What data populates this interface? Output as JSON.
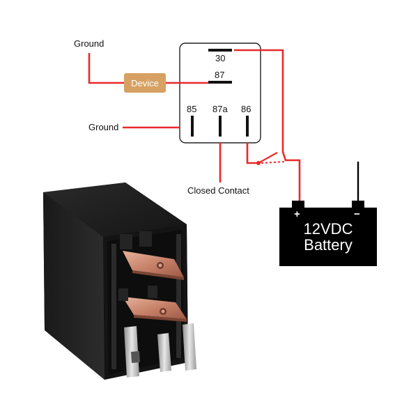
{
  "diagram": {
    "labels": {
      "ground_top": "Ground",
      "ground_left": "Ground",
      "device": "Device",
      "closed_contact": "Closed Contact"
    },
    "pins": {
      "p30": "30",
      "p87": "87",
      "p85": "85",
      "p87a": "87a",
      "p86": "86"
    },
    "battery": {
      "line1": "12VDC",
      "line2": "Battery",
      "plus": "+",
      "minus": "−"
    }
  },
  "colors": {
    "wire": "#e8292b",
    "device_fill": "#d6a162",
    "battery_fill": "#000000"
  },
  "icons": [
    "relay-photo",
    "switch-symbol"
  ]
}
